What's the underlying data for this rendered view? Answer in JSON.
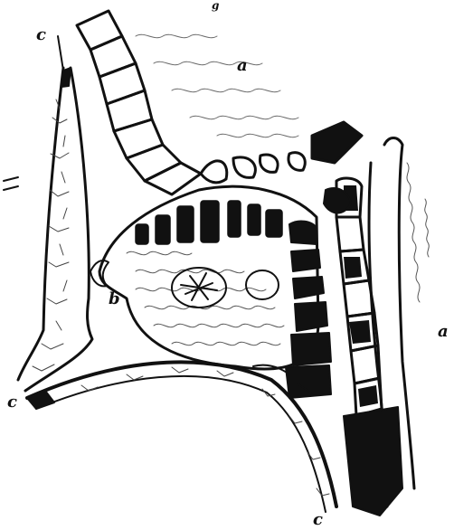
{
  "figure": {
    "header_fragment": "g",
    "labels": {
      "a_upper": "a",
      "a_right": "a",
      "b": "b",
      "c_top_left": "c",
      "c_left": "c",
      "c_bottom": "c"
    },
    "colors": {
      "ink": "#111111",
      "paper": "#ffffff",
      "stipple": "#777777"
    }
  }
}
